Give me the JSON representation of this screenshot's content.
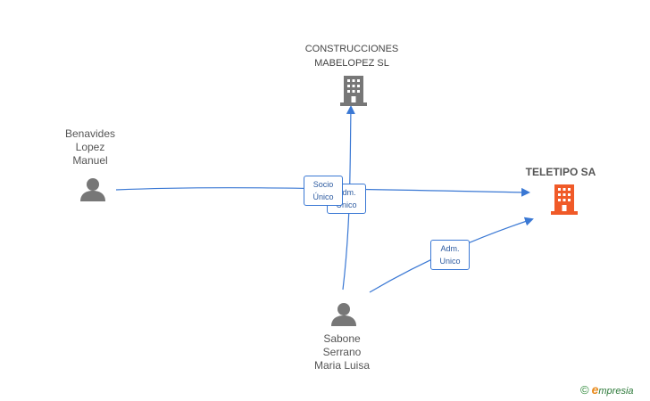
{
  "nodes": {
    "construcciones": {
      "lines": [
        "CONSTRUCCIONES",
        "MABELOPEZ SL"
      ],
      "icon": "building-icon",
      "color": "#777777"
    },
    "teletipo": {
      "lines": [
        "TELETIPO SA"
      ],
      "icon": "building-icon",
      "color": "#f05a28"
    },
    "benavides": {
      "lines": [
        "Benavides",
        "Lopez",
        "Manuel"
      ],
      "icon": "person-icon",
      "color": "#777777"
    },
    "sabone": {
      "lines": [
        "Sabone",
        "Serrano",
        "Maria Luisa"
      ],
      "icon": "person-icon",
      "color": "#777777"
    }
  },
  "edge_labels": {
    "socio": [
      "Socio",
      "Único"
    ],
    "adm1": [
      "Adm.",
      "Unico"
    ],
    "adm2": [
      "Adm.",
      "Unico"
    ]
  },
  "colors": {
    "edge": "#3a78d4",
    "person": "#777777",
    "building_gray": "#777777",
    "building_target": "#f05a28"
  },
  "brand": {
    "copyright": "©",
    "initial": "e",
    "rest": "mpresia"
  }
}
